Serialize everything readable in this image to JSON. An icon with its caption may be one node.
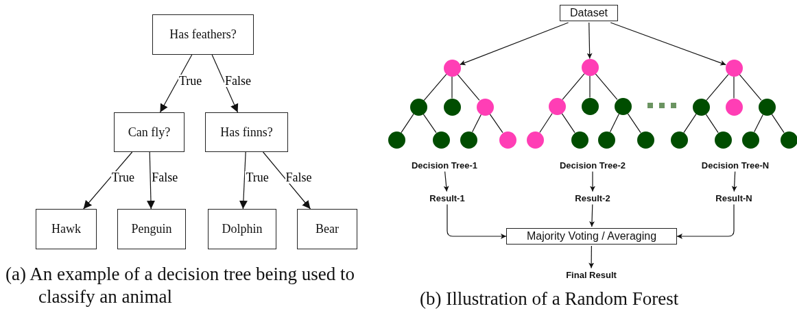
{
  "diagram": {
    "nodes": [
      {
        "text": [
          "Has feathers?"
        ]
      },
      {
        "text": [
          "Can fly?"
        ]
      },
      {
        "text": [
          "Has finns?"
        ]
      },
      {
        "text": [
          "Hawk"
        ]
      },
      {
        "text": [
          "Penguin"
        ]
      },
      {
        "text": [
          "Dolphin"
        ]
      },
      {
        "text": [
          "Bear"
        ]
      },
      {
        "text": [
          "Dataset"
        ]
      },
      {
        "text": [],
        "shape": "circle"
      },
      {
        "text": [],
        "shape": "circle"
      },
      {
        "text": [],
        "shape": "circle"
      },
      {
        "text": [],
        "shape": "circle"
      },
      {
        "text": [],
        "shape": "circle"
      },
      {
        "text": [],
        "shape": "circle"
      },
      {
        "text": [],
        "shape": "circle"
      },
      {
        "text": [],
        "shape": "circle"
      },
      {
        "text": [],
        "shape": "circle"
      },
      {
        "text": [],
        "shape": "circle"
      },
      {
        "text": [],
        "shape": "circle"
      },
      {
        "text": [],
        "shape": "circle"
      },
      {
        "text": [],
        "shape": "circle"
      },
      {
        "text": [],
        "shape": "circle"
      },
      {
        "text": [],
        "shape": "circle"
      },
      {
        "text": [],
        "shape": "circle"
      },
      {
        "text": [],
        "shape": "circle"
      },
      {
        "text": [],
        "shape": "circle"
      },
      {
        "text": [],
        "shape": "circle"
      },
      {
        "text": [],
        "shape": "circle"
      },
      {
        "text": [],
        "shape": "circle"
      },
      {
        "text": [],
        "shape": "circle"
      },
      {
        "text": [],
        "shape": "circle"
      },
      {
        "text": [],
        "shape": "circle"
      },
      {
        "text": [
          "Decision Tree-1"
        ]
      },
      {
        "text": [
          "Decision Tree-2"
        ]
      },
      {
        "text": [
          "Decision Tree-N"
        ]
      },
      {
        "text": [
          "Result-1"
        ]
      },
      {
        "text": [
          "Result-2"
        ]
      },
      {
        "text": [
          "Result-N"
        ]
      },
      {
        "text": [
          "Majority Voting / Averaging"
        ]
      },
      {
        "text": [
          "Final Result"
        ]
      }
    ],
    "edges": [
      {
        "from": 0,
        "to": 1,
        "arrow": "to",
        "label": "True"
      },
      {
        "from": 0,
        "to": 2,
        "arrow": "to",
        "label": "False"
      },
      {
        "from": 1,
        "to": 3,
        "arrow": "to",
        "label": "True"
      },
      {
        "from": 1,
        "to": 4,
        "arrow": "to",
        "label": "False"
      },
      {
        "from": 2,
        "to": 5,
        "arrow": "to",
        "label": "True"
      },
      {
        "from": 2,
        "to": 6,
        "arrow": "to",
        "label": "False"
      },
      {
        "from": 7,
        "to": 8,
        "arrow": "to"
      },
      {
        "from": 7,
        "to": 16,
        "arrow": "to"
      },
      {
        "from": 7,
        "to": 24,
        "arrow": "to"
      },
      {
        "from": 8,
        "to": 9,
        "arrow": "none"
      },
      {
        "from": 8,
        "to": 10,
        "arrow": "none"
      },
      {
        "from": 8,
        "to": 11,
        "arrow": "none"
      },
      {
        "from": 9,
        "to": 12,
        "arrow": "none"
      },
      {
        "from": 9,
        "to": 13,
        "arrow": "none"
      },
      {
        "from": 11,
        "to": 14,
        "arrow": "none"
      },
      {
        "from": 11,
        "to": 15,
        "arrow": "none"
      },
      {
        "from": 16,
        "to": 17,
        "arrow": "none"
      },
      {
        "from": 16,
        "to": 18,
        "arrow": "none"
      },
      {
        "from": 16,
        "to": 19,
        "arrow": "none"
      },
      {
        "from": 17,
        "to": 20,
        "arrow": "none"
      },
      {
        "from": 17,
        "to": 21,
        "arrow": "none"
      },
      {
        "from": 19,
        "to": 22,
        "arrow": "none"
      },
      {
        "from": 19,
        "to": 23,
        "arrow": "none"
      },
      {
        "from": 24,
        "to": 25,
        "arrow": "none"
      },
      {
        "from": 24,
        "to": 26,
        "arrow": "none"
      },
      {
        "from": 24,
        "to": 27,
        "arrow": "none"
      },
      {
        "from": 25,
        "to": 28,
        "arrow": "none"
      },
      {
        "from": 25,
        "to": 29,
        "arrow": "none"
      },
      {
        "from": 27,
        "to": 30,
        "arrow": "none"
      },
      {
        "from": 27,
        "to": 31,
        "arrow": "none"
      },
      {
        "from": 32,
        "to": 35,
        "arrow": "to"
      },
      {
        "from": 33,
        "to": 36,
        "arrow": "to"
      },
      {
        "from": 34,
        "to": 37,
        "arrow": "to"
      },
      {
        "from": 35,
        "to": 38,
        "arrow": "to"
      },
      {
        "from": 36,
        "to": 38,
        "arrow": "to"
      },
      {
        "from": 37,
        "to": 38,
        "arrow": "to"
      },
      {
        "from": 38,
        "to": 39,
        "arrow": "to"
      }
    ],
    "labels": [
      "(a) An example of a decision tree being used to classify an animal",
      "(b) Illustration of a Random Forest"
    ]
  }
}
